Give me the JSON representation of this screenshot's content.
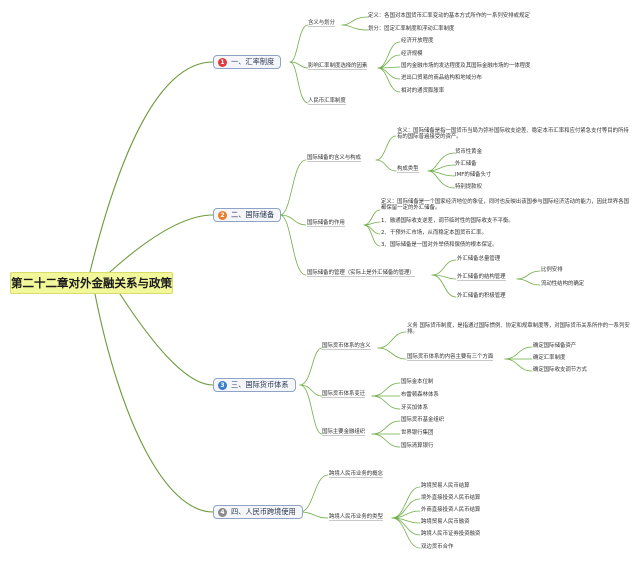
{
  "root": "第二十二章对外金融关系与政策",
  "branches": [
    {
      "num": "1",
      "color": "#e0393e",
      "label": "一、汇率制度",
      "items": {
        "def_head": "含义与划分",
        "def_a": "定义：各国对本国货币汇率变动的基本方式所作的一系列安排或规定",
        "def_b": "划分：固定汇率制度和浮动汇率制度",
        "factor_head": "影响汇率制度选择的因素",
        "factors": [
          "经济开放程度",
          "经济规模",
          "国内金融市场的发达程度及其国际金融市场的一体程度",
          "进出口贸易的商品结构和地域分布",
          "相对的通货膨胀率"
        ],
        "rmb": "人民币汇率制度"
      }
    },
    {
      "num": "2",
      "color": "#e87d2c",
      "label": "二、国际储备",
      "items": {
        "meaning_head": "国际储备的含义与构成",
        "meaning_def": "含义：国际储备是指一国货币当局为弥补国际收支逆差、稳定本币汇率和应付紧急支付等目的所持有的国际普遍接受的资产。",
        "type_head": "构成类型",
        "types": [
          "货币性黄金",
          "外汇储备",
          "IMF的储备头寸",
          "特别提款权"
        ],
        "role_head": "国际储备的作用",
        "role_def": "定义：国际储备是一个国家经济地位的象征，同时也反映出该国参与国际经济活动的能力，因此世界各国都保留一定的外汇储备。",
        "roles": [
          "1、融通国际收支逆差，调节临时性的国际收支不平衡。",
          "2、干预外汇市场，从而稳定本国货币汇率。",
          "3、国际储备是一国对外举债和偿债的根本保证。"
        ],
        "mgmt_head": "国际储备的管理（实际上是外汇储备的管理）",
        "mgmt_total": "外汇储备总量管理",
        "mgmt_struct": "外汇储备的结构管理",
        "struct": [
          "比例安排",
          "流动性结构的确定"
        ],
        "mgmt_active": "外汇储备的积极管理"
      }
    },
    {
      "num": "3",
      "color": "#3a7dc9",
      "label": "三、国际货币体系",
      "items": {
        "sys_head": "国际货币体系的含义",
        "sys_def": "义务 国际货币制度，是指通过国际惯例、协定和规章制度等，对国际货币关系所作的一系列安排。",
        "content_head": "国际货币体系的内容主要有三个方面",
        "contents": [
          "确定国际储备资产",
          "确定汇率制度",
          "确定国际收支调节方式"
        ],
        "change_head": "国际货币体系变迁",
        "changes": [
          "国际金本位制",
          "布雷顿森林体系",
          "牙买加体系"
        ],
        "org_head": "国际主要金融组织",
        "orgs": [
          "国际货币基金组织",
          "世界银行集团",
          "国际清算银行"
        ]
      }
    },
    {
      "num": "4",
      "color": "#8a8a8a",
      "label": "四、人民币跨境使用",
      "items": {
        "concept": "跨境人民币业务的概念",
        "biz_head": "跨境人民币业务的类型",
        "biz": [
          "跨境贸易人民币结算",
          "境外直接投资人民币结算",
          "外商直接投资人民币结算",
          "跨境贸易人民币融资",
          "跨境人民币证券投资融资",
          "双边货币合作"
        ]
      }
    }
  ],
  "colors": {
    "b1": "#e0393e",
    "b2": "#e87d2c",
    "b3": "#3a7dc9",
    "b4": "#8a8a8a",
    "root_fill": "#f2f79a",
    "edge": "#6c9a3c",
    "leaf_edge": "#6fae47"
  }
}
